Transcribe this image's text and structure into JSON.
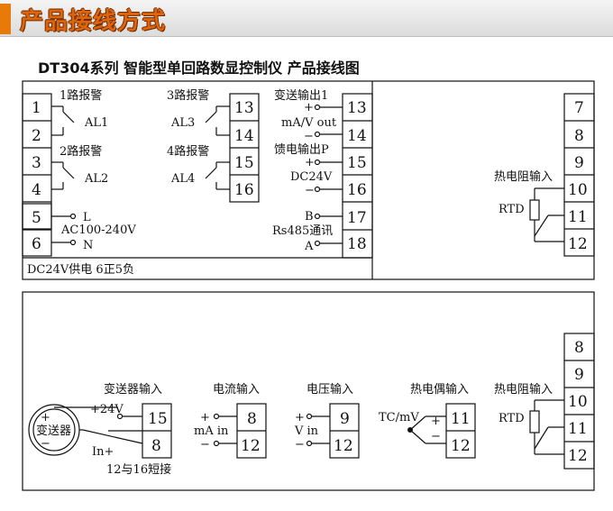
{
  "header": {
    "title": "产品接线方式"
  },
  "subtitle": "DT304系列 智能型单回路数显控制仪 产品接线图",
  "top_panel": {
    "left_terminals": [
      "1",
      "2",
      "3",
      "4",
      "5",
      "6"
    ],
    "mid_terminals": [
      "13",
      "14",
      "15",
      "16"
    ],
    "right_terminals": [
      "13",
      "14",
      "15",
      "16",
      "17",
      "18"
    ],
    "far_terminals": [
      "7",
      "8",
      "9",
      "10",
      "11",
      "12"
    ],
    "alarm1": "1路报警",
    "al1": "AL1",
    "alarm2": "2路报警",
    "al2": "AL2",
    "alarm3": "3路报警",
    "al3": "AL3",
    "alarm4": "4路报警",
    "al4": "AL4",
    "L": "L",
    "N": "N",
    "ac": "AC100-240V",
    "dc_supply": "DC24V供电 6正5负",
    "tx_out": "变送输出1",
    "ma_v_out": "mA/V out",
    "feed_out": "馈电输出P",
    "dc24v": "DC24V",
    "plus": "+",
    "minus": "−",
    "B": "B",
    "A": "A",
    "rs485": "Rs485通讯",
    "rtd_input": "热电阻输入",
    "rtd": "RTD"
  },
  "bottom_panel": {
    "rtd_terminals": [
      "8",
      "9",
      "10",
      "11",
      "12"
    ],
    "transmitter_input": "变送器输入",
    "current_input": "电流输入",
    "voltage_input": "电压输入",
    "tc_input": "热电偶输入",
    "rtd_input": "热电阻输入",
    "plus24v": "+24V",
    "in_plus": "In+",
    "short": "12与16短接",
    "transmitter": "变送器",
    "tx_terms": [
      "15",
      "8"
    ],
    "ma_in": "mA in",
    "cur_terms": [
      "8",
      "12"
    ],
    "v_in": "V in",
    "volt_terms": [
      "9",
      "12"
    ],
    "tcmv": "TC/mV",
    "tc_terms": [
      "11",
      "12"
    ],
    "rtd": "RTD",
    "plus": "+",
    "minus": "−"
  }
}
